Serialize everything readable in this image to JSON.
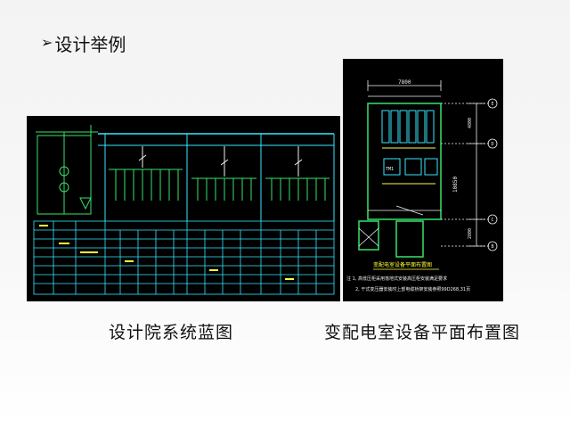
{
  "slide": {
    "title": "设计举例",
    "left_caption": "设计院系统蓝图",
    "right_caption": "变配电室设备平面布置图"
  },
  "right_drawing": {
    "dim_top": "7800",
    "dim_right": "10850",
    "dim_right_a": "4800",
    "dim_right_b": "2800",
    "axis_labels": [
      "B",
      "C",
      "D",
      "E"
    ],
    "plan_title": "变配电室设备平面布置图",
    "note_1": "注 1, 高低压柜采用落地式安装高压柜安装满足要求",
    "note_2": "2, 干式变压器安装时上部电缆桥架安装参照99D268,31页",
    "device_label": "TM1"
  },
  "colors": {
    "background": "#000000",
    "cad_green": "#39e26b",
    "cad_cyan": "#39e6ff",
    "cad_yellow": "#ffff3a",
    "cad_white": "#f2f2f2"
  }
}
